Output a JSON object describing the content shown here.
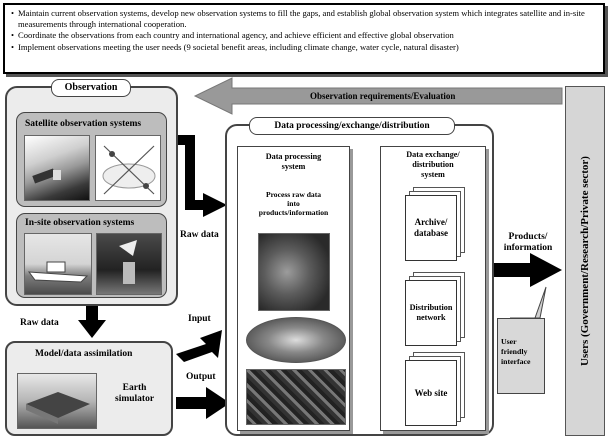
{
  "top_box": {
    "bullets": [
      "Maintain current observation systems, develop new observation systems to fill the gaps, and establish global observation system which integrates satellite and in-site measurements through international cooperation.",
      "Coordinate the observations from each country and international agency, and achieve efficient and effective global observation",
      "Implement observations meeting the user needs (9 societal benefit areas, including climate change, water cycle,  natural disaster)"
    ]
  },
  "observation": {
    "title": "Observation",
    "satellite": "Satellite observation systems",
    "insite": "In-site observation systems"
  },
  "arrows": {
    "requirements": "Observation requirements/Evaluation",
    "raw_data_right": "Raw data",
    "raw_data_down": "Raw data",
    "input": "Input",
    "output": "Output",
    "products": "Products/\ninformation"
  },
  "processing": {
    "title": "Data processing/exchange/distribution",
    "sub_title": "Data processing\nsystem",
    "process_text": "Process raw data\ninto\nproducts/information"
  },
  "exchange": {
    "title": "Data exchange/\ndistribution\nsystem",
    "archive": "Archive/\ndatabase",
    "distribution": "Distribution\nnetwork",
    "website": "Web site"
  },
  "model": {
    "title": "Model/data assimilation",
    "simulator": "Earth\nsimulator"
  },
  "callout": "User friendly\ninterface",
  "users": "Users (Government/Research/Private sector)"
}
